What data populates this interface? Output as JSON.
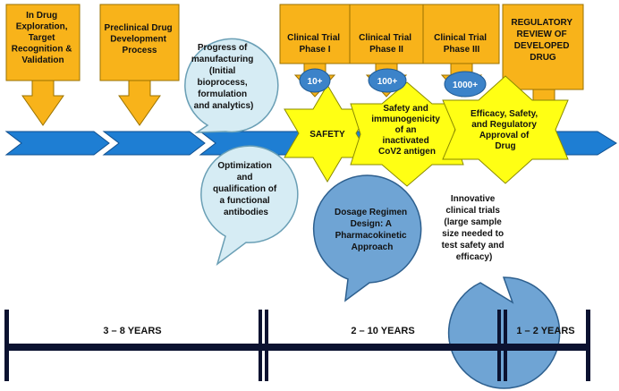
{
  "stages": [
    {
      "id": "drug-exploration",
      "lines": [
        "In Drug",
        "Exploration,",
        "Target",
        "Recognition &",
        "Validation"
      ]
    },
    {
      "id": "preclinical",
      "lines": [
        "Preclinical Drug",
        "Development",
        "Process"
      ]
    },
    {
      "id": "phase-1",
      "lines": [
        "Clinical Trial",
        "Phase I"
      ]
    },
    {
      "id": "phase-2",
      "lines": [
        "Clinical Trial",
        "Phase II"
      ]
    },
    {
      "id": "phase-3",
      "lines": [
        "Clinical Trial",
        "Phase III"
      ]
    },
    {
      "id": "regulatory-review",
      "lines": [
        "REGULATORY",
        "REVIEW OF",
        "DEVELOPED",
        "DRUG"
      ]
    }
  ],
  "participant_badges": [
    "10+",
    "100+",
    "1000+"
  ],
  "stars": [
    {
      "id": "safety",
      "lines": [
        "SAFETY"
      ]
    },
    {
      "id": "immunogenicity",
      "lines": [
        "Safety and",
        "immunogenicity",
        "of an",
        "inactivated",
        "CoV2 antigen"
      ]
    },
    {
      "id": "efficacy",
      "lines": [
        "Efficacy, Safety,",
        "and Regulatory",
        "Approval of",
        "Drug"
      ]
    }
  ],
  "bubbles": [
    {
      "id": "manufacturing",
      "lines": [
        "Progress of",
        "manufacturing",
        "(Initial",
        "bioprocess,",
        "formulation",
        "and analytics)"
      ]
    },
    {
      "id": "antibodies",
      "lines": [
        "Optimization",
        "and",
        "qualification of",
        "a functional",
        "antibodies"
      ]
    },
    {
      "id": "dosage",
      "lines": [
        "Dosage Regimen",
        "Design: A",
        "Pharmacokinetic",
        "Approach"
      ]
    },
    {
      "id": "innovative-trials",
      "lines": [
        "Innovative",
        "clinical trials",
        "(large sample",
        "size needed to",
        "test safety and",
        "efficacy)"
      ]
    }
  ],
  "timeline": [
    {
      "id": "span-1",
      "label": "3 – 8 YEARS"
    },
    {
      "id": "span-2",
      "label": "2 – 10 YEARS"
    },
    {
      "id": "span-3",
      "label": "1 – 2 YEARS"
    }
  ],
  "colors": {
    "stage_fill": "#f8b31a",
    "stage_stroke": "#9a7200",
    "arrow_fill": "#1e7ed3",
    "arrow_stroke": "#0f4f8f",
    "star_fill": "#ffff14",
    "star_stroke": "#8a8a00",
    "bubble_light": "#d6ecf4",
    "bubble_light_stroke": "#6a9fb5",
    "bubble_dark": "#6fa4d4",
    "bubble_dark_stroke": "#2d5f8e",
    "badge_fill": "#3c83c9",
    "timeline": "#0b1230"
  }
}
